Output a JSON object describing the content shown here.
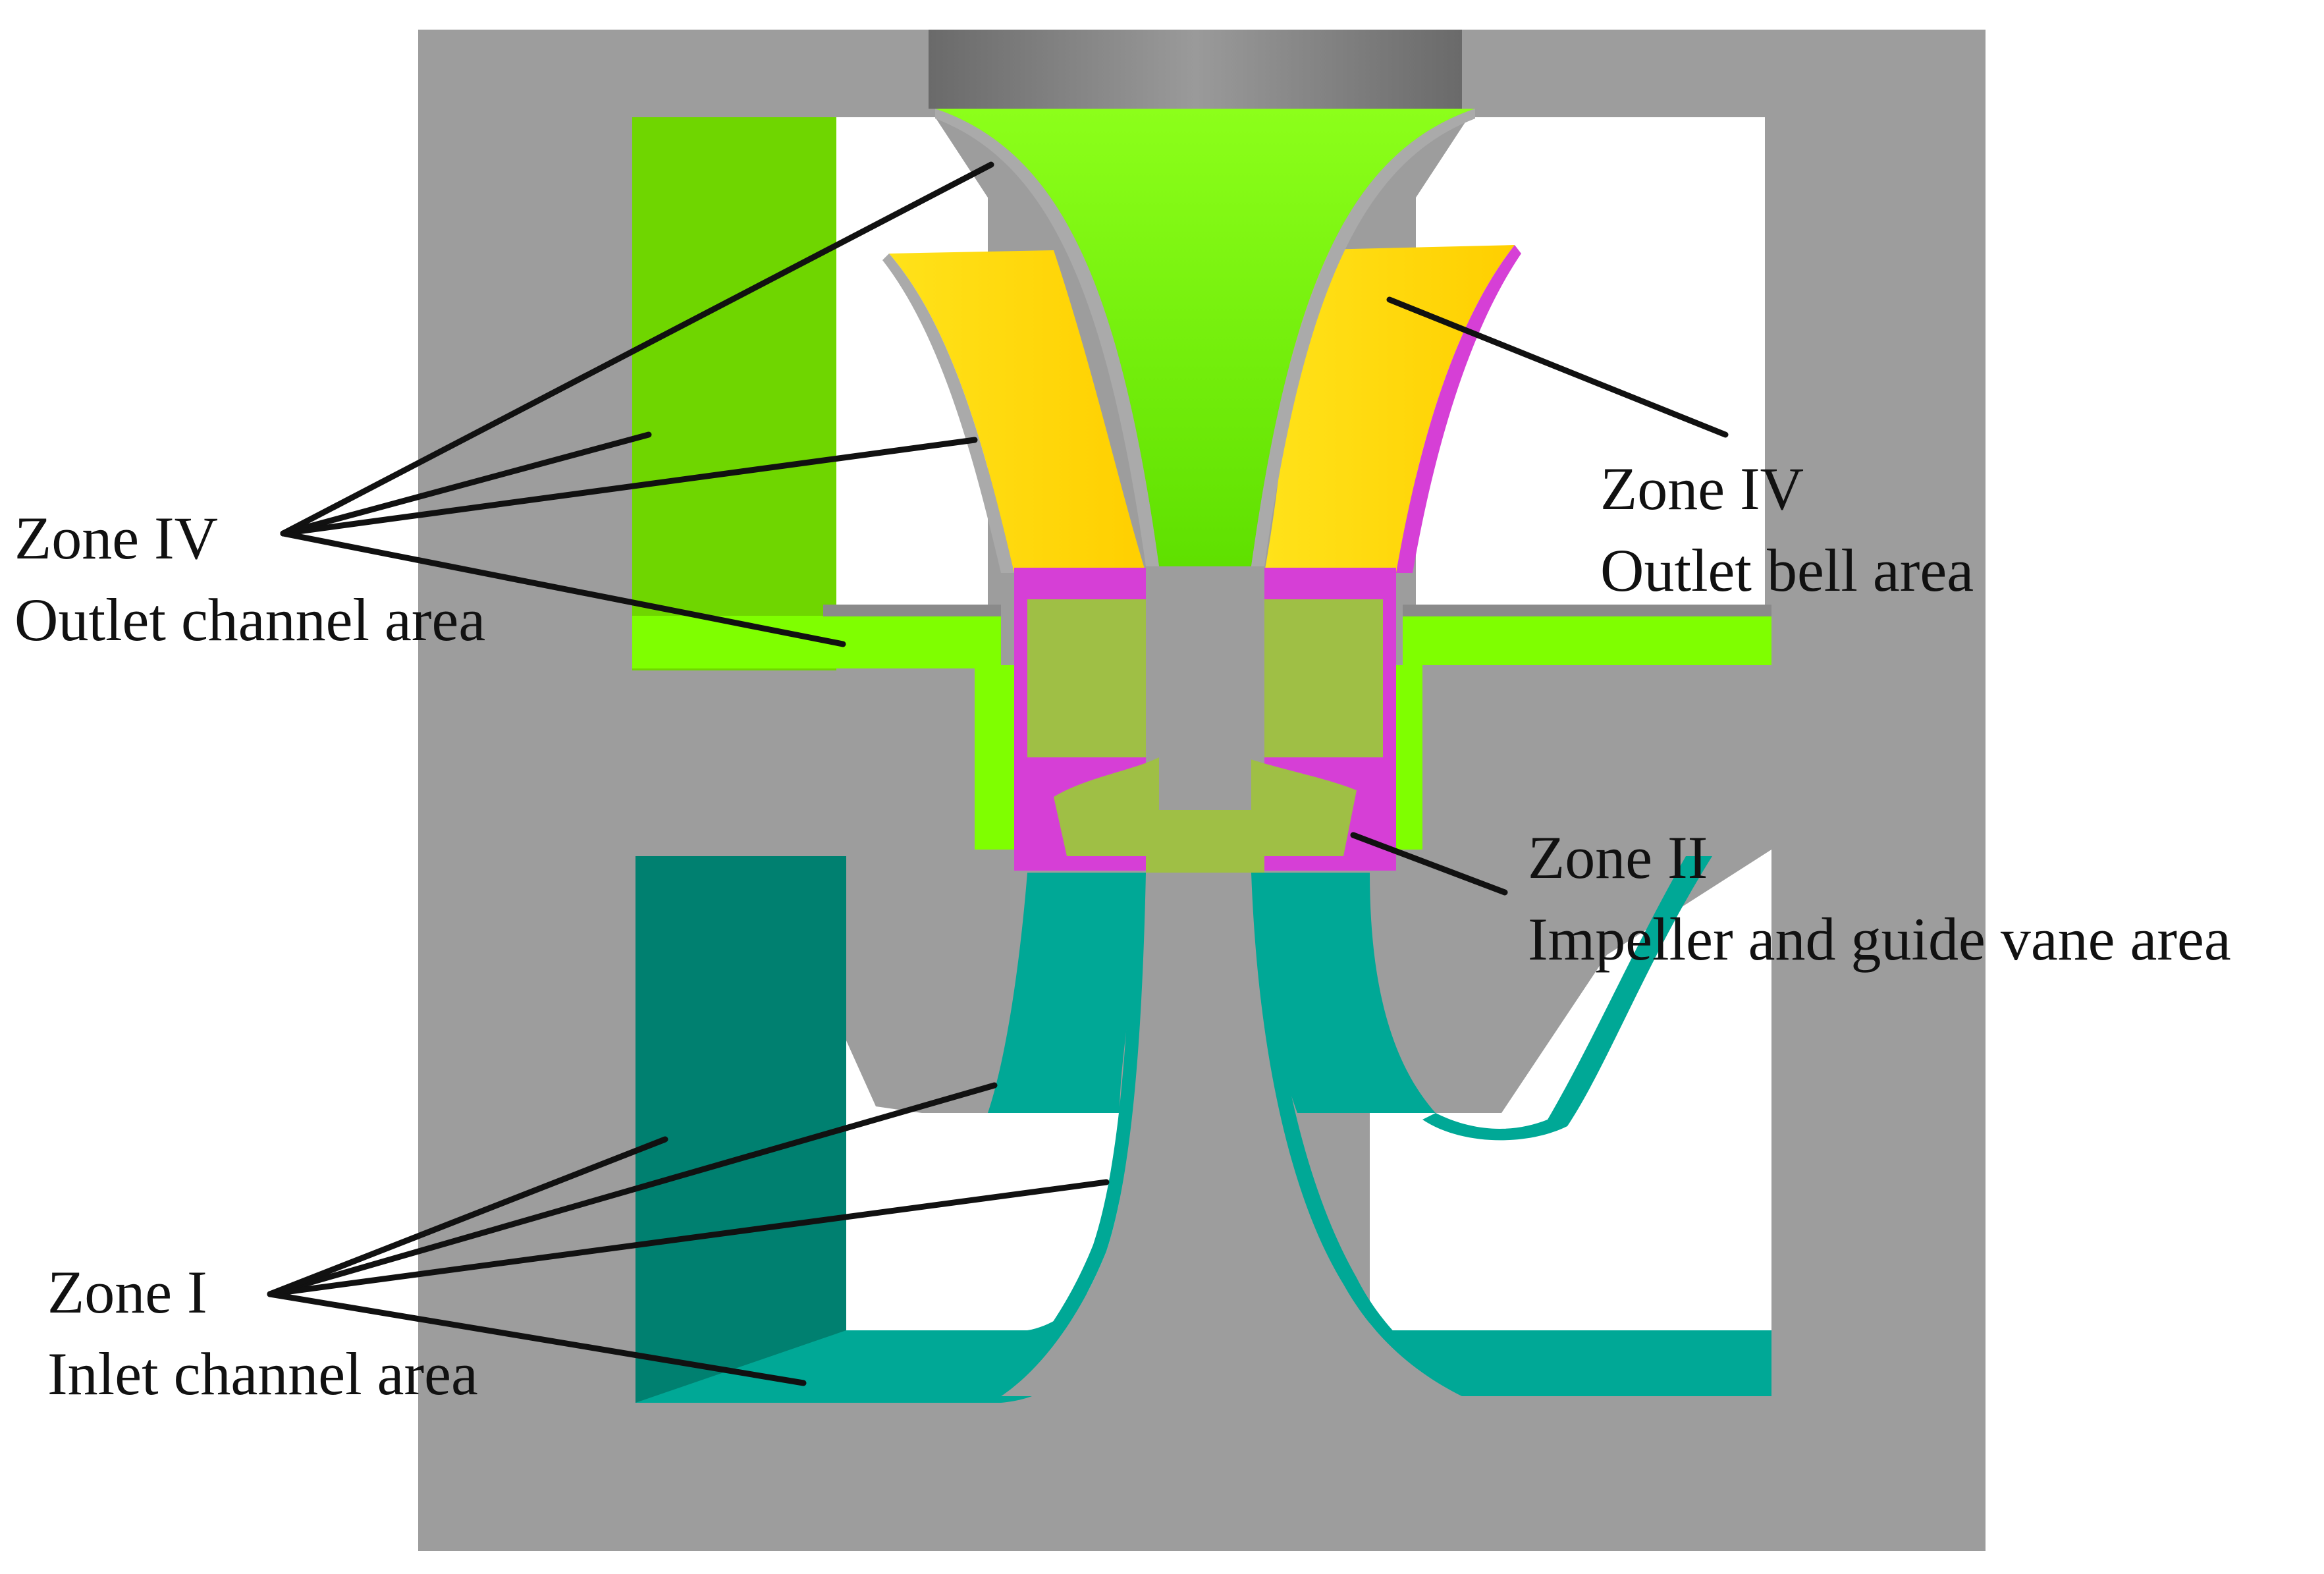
{
  "colors": {
    "housing": "#9d9d9d",
    "outlet_channel": "#6fd600",
    "outlet_channel_light": "#7fff00",
    "outlet_bell": "#ffd700",
    "impeller_band": "#d63fd6",
    "blade": "#9fbf45",
    "inlet_channel": "#008070",
    "inlet_channel_light": "#00a896",
    "shaft": "#777777",
    "leader": "#111111"
  },
  "labels": {
    "zone4_left": {
      "zone": "Zone IV",
      "desc": "Outlet channel area"
    },
    "zone4_right": {
      "zone": "Zone IV",
      "desc": "Outlet bell area"
    },
    "zone2": {
      "zone": "Zone II",
      "desc": "Impeller and guide vane area"
    },
    "zone1": {
      "zone": "Zone I",
      "desc": "Inlet channel area"
    }
  }
}
